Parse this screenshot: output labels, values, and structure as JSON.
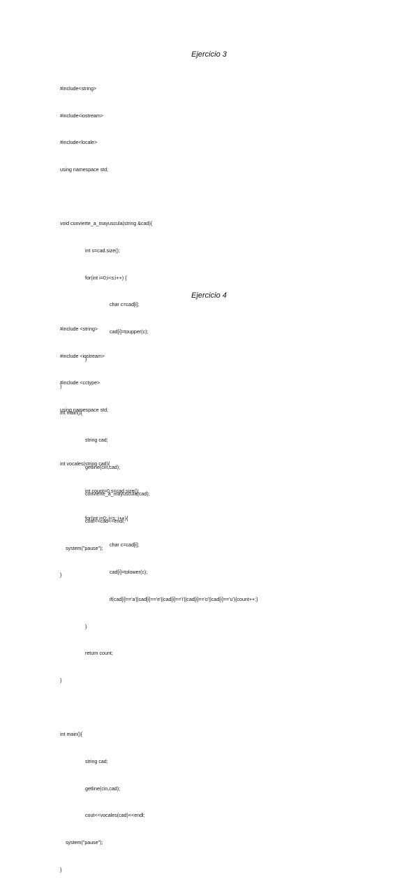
{
  "exercise3": {
    "title": "Ejercicio 3",
    "lines": [
      "#include<string>",
      "#include<iostream>",
      "#include<locale>",
      "using namespace std;",
      "",
      "void convierte_a_mayuscula(string &cad){",
      "int s=cad.size();",
      "for(int i=0;i<s;i++) {",
      "char c=cad[i];",
      "cad[i]=toupper(c);",
      "}",
      "}",
      "int main(){",
      "string cad;",
      "getline(cin,cad);",
      "convierte_a_mayuscula(cad);",
      "cout<<cad<<endl;",
      "system(\"pause\");",
      "}"
    ]
  },
  "exercise4": {
    "title": "Ejercicio 4",
    "lines": [
      "#include <string>",
      "#include <iostream>",
      "#include <cctype>",
      "using namespace std;",
      "",
      "int vocales(string cad){",
      "int count=0,s=cad.size();",
      "for(int i=0; i<s; i++){",
      "char c=cad[i];",
      "cad[i]=tolower(c);",
      "if(cad[i]=='a'||cad[i]=='e'||cad[i]=='i'||cad[i]=='o'||cad[i]=='u'){count++;}",
      "}",
      "return count;",
      "}",
      "",
      "int main(){",
      "string cad;",
      "getline(cin,cad);",
      "cout<<vocales(cad)<<endl;",
      "system(\"pause\");",
      "}"
    ]
  }
}
